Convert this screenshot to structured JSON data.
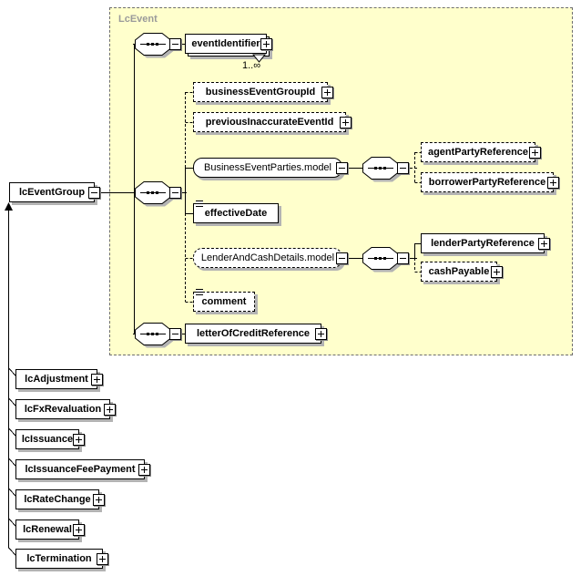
{
  "colors": {
    "group_fill": "#ffffcc",
    "group_border": "#6e6e6e",
    "group_label_color": "#9a9a9a",
    "box_shadow": "#b3b3b3",
    "line_color": "#000000"
  },
  "group": {
    "label": "LcEvent"
  },
  "root": {
    "label": "lcEventGroup"
  },
  "nodes": {
    "eventIdentifier": {
      "label": "eventIdentifier",
      "occurrence": "1..∞"
    },
    "businessEventGroupId": {
      "label": "businessEventGroupId"
    },
    "previousInaccurateEventId": {
      "label": "previousInaccurateEventId"
    },
    "businessEventParties": {
      "label": "BusinessEventParties.model"
    },
    "agentPartyReference": {
      "label": "agentPartyReference"
    },
    "borrowerPartyReference": {
      "label": "borrowerPartyReference"
    },
    "effectiveDate": {
      "label": "effectiveDate"
    },
    "lenderAndCashDetails": {
      "label": "LenderAndCashDetails.model"
    },
    "lenderPartyReference": {
      "label": "lenderPartyReference"
    },
    "cashPayable": {
      "label": "cashPayable"
    },
    "comment": {
      "label": "comment"
    },
    "letterOfCreditReference": {
      "label": "letterOfCreditReference"
    }
  },
  "substitutions": {
    "lcAdjustment": {
      "label": "lcAdjustment"
    },
    "lcFxRevaluation": {
      "label": "lcFxRevaluation"
    },
    "lcIssuance": {
      "label": "lcIssuance"
    },
    "lcIssuanceFeePayment": {
      "label": "lcIssuanceFeePayment"
    },
    "lcRateChange": {
      "label": "lcRateChange"
    },
    "lcRenewal": {
      "label": "lcRenewal"
    },
    "lcTermination": {
      "label": "lcTermination"
    }
  },
  "icons": {
    "sequence": "sequence-compositor",
    "expand": "plus-box",
    "collapse": "minus-box",
    "repeat_marker": "down-triangle",
    "substitution": "up-arrow"
  }
}
